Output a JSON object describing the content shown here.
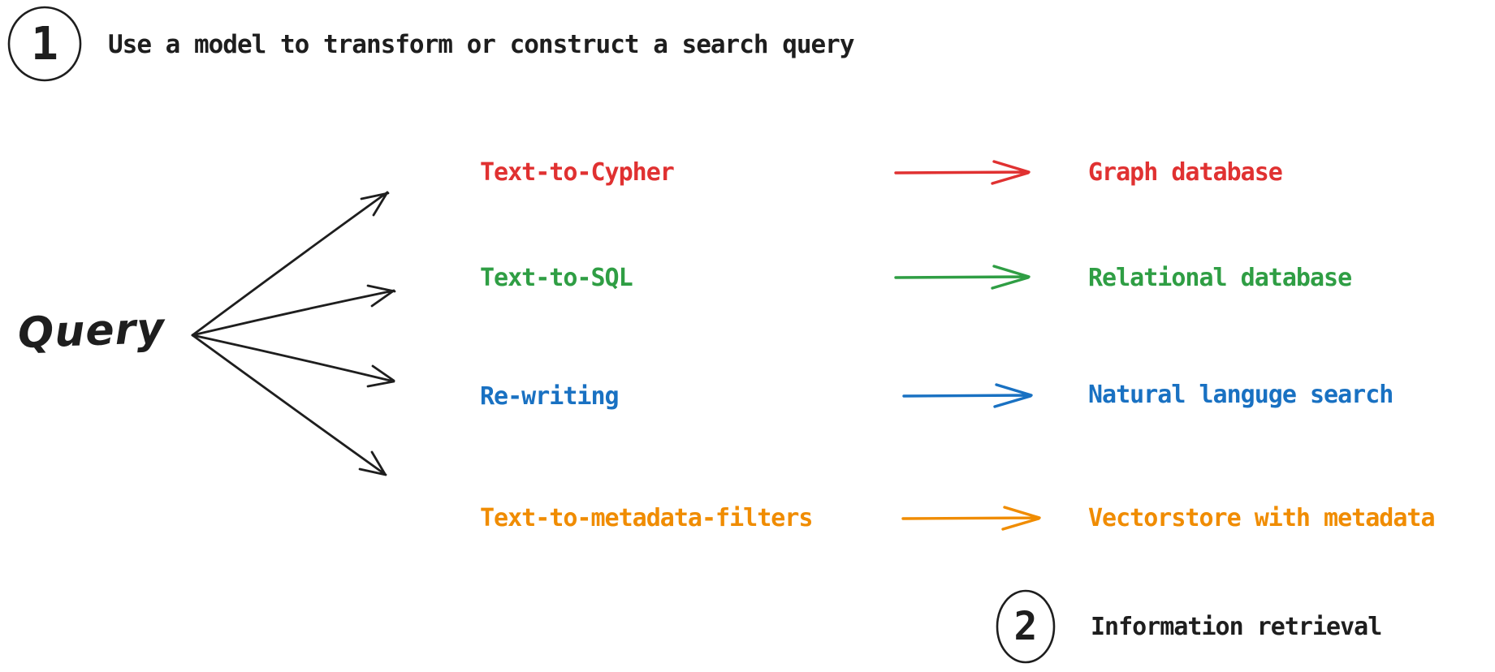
{
  "background": "#ffffff",
  "colors": {
    "ink": "#1e1e1e",
    "red": "#e03131",
    "green": "#2f9e44",
    "blue": "#1971c2",
    "orange": "#f08c00"
  },
  "steps": {
    "step1": {
      "number": "1",
      "label": "Use a model to transform or construct a search query"
    },
    "step2": {
      "number": "2",
      "label": "Information retrieval"
    }
  },
  "query": {
    "label": "Query"
  },
  "mappings": [
    {
      "method": "Text-to-Cypher",
      "target": "Graph database",
      "color": "#e03131"
    },
    {
      "method": "Text-to-SQL",
      "target": "Relational database",
      "color": "#2f9e44"
    },
    {
      "method": "Re-writing",
      "target": "Natural languge search",
      "color": "#1971c2"
    },
    {
      "method": "Text-to-metadata-filters",
      "target": "Vectorstore with metadata",
      "color": "#f08c00"
    }
  ]
}
